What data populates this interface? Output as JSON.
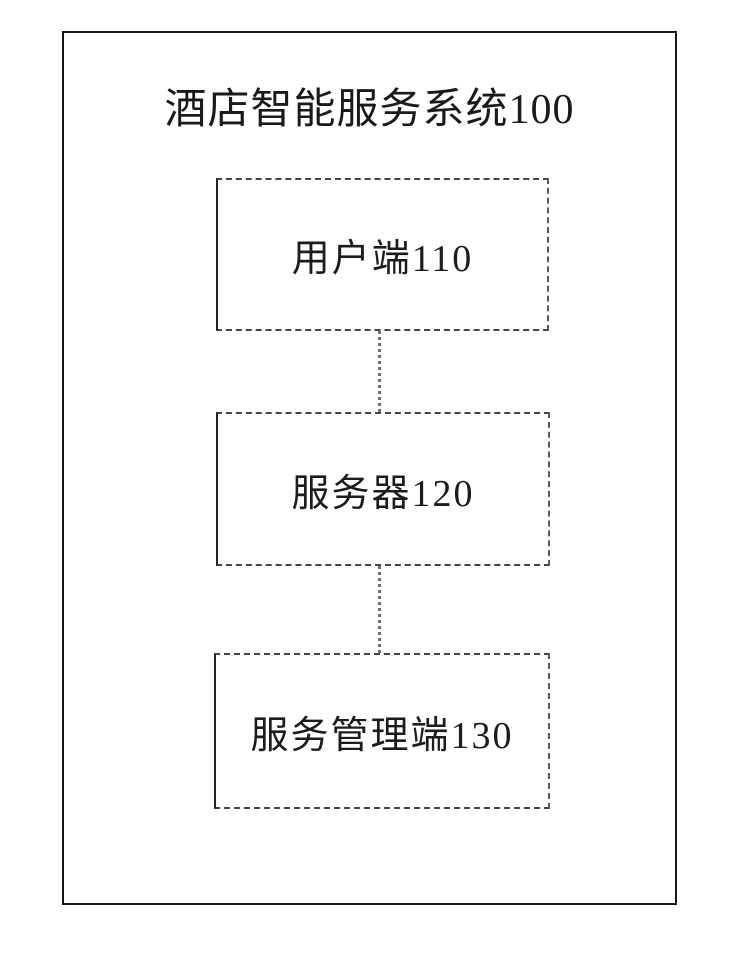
{
  "figure": {
    "title": "酒店智能服务系统100",
    "nodes": [
      {
        "id": "user-terminal-110",
        "label": "用户端110"
      },
      {
        "id": "server-120",
        "label": "服务器120"
      },
      {
        "id": "service-management-130",
        "label": "服务管理端130"
      }
    ],
    "connectors": [
      {
        "from": "user-terminal-110",
        "to": "server-120",
        "style": "dotted-vertical"
      },
      {
        "from": "server-120",
        "to": "service-management-130",
        "style": "dotted-vertical"
      }
    ],
    "colors": {
      "background": "#ffffff",
      "frame_border": "#161616",
      "node_border": "#454545",
      "connector": "#6f6f6f",
      "text": "#1c1c1c"
    }
  }
}
